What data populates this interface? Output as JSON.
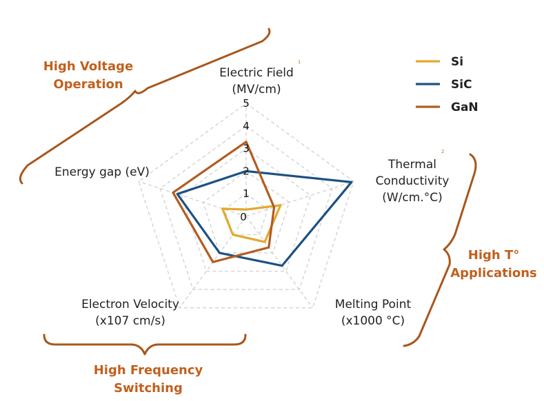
{
  "chart_data": {
    "type": "radar",
    "axes": [
      {
        "label_lines": [
          "Electric Field",
          "(MV/cm)"
        ],
        "superscript": "1"
      },
      {
        "label_lines": [
          "Thermal",
          "Conductivity",
          "(W/cm.°C)"
        ],
        "superscript": "2"
      },
      {
        "label_lines": [
          "Melting Point",
          "(x1000 °C)"
        ],
        "superscript": ""
      },
      {
        "label_lines": [
          "Electron Velocity",
          "(x107 cm/s)"
        ],
        "superscript": ""
      },
      {
        "label_lines": [
          "Energy gap (eV)"
        ],
        "superscript": ""
      }
    ],
    "tick_labels": [
      "0",
      "1",
      "2",
      "3",
      "4",
      "5"
    ],
    "rmax": 5,
    "series": [
      {
        "name": "Si",
        "color": "#e2a92e",
        "values": [
          0.3,
          1.6,
          1.4,
          1.0,
          1.1
        ]
      },
      {
        "name": "SiC",
        "color": "#1c5184",
        "values": [
          2.0,
          4.9,
          2.7,
          2.0,
          3.2
        ]
      },
      {
        "name": "GaN",
        "color": "#b35b20",
        "values": [
          3.3,
          1.3,
          1.7,
          2.5,
          3.4
        ]
      }
    ],
    "grid": true,
    "legend": "top-right",
    "annotations": [
      {
        "lines": [
          "High Voltage",
          "Operation"
        ]
      },
      {
        "lines": [
          "High T°",
          "Applications"
        ]
      },
      {
        "lines": [
          "High Frequency",
          "Switching"
        ]
      }
    ]
  }
}
